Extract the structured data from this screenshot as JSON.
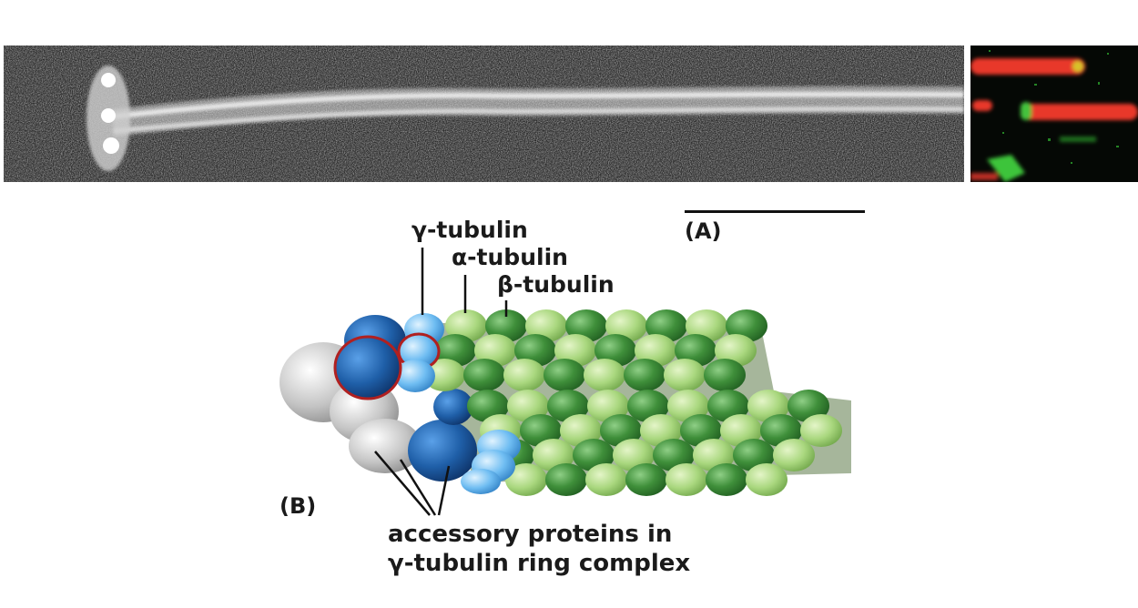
{
  "panels": {
    "A": {
      "label": "(A)"
    },
    "B": {
      "label": "(B)"
    }
  },
  "labels": {
    "gamma_tubulin": "γ-tubulin",
    "alpha_tubulin": "α-tubulin",
    "beta_tubulin": "β-tubulin",
    "accessory_line1": "accessory proteins in",
    "accessory_line2": "γ-tubulin ring complex"
  },
  "colors": {
    "alpha_light_green": "#a9d77e",
    "beta_dark_green": "#3f8f3a",
    "gamma_light_blue": "#6fbdf2",
    "accessory_dark_blue": "#1f5fa8",
    "accessory_gray": "#c4c4c4",
    "outline_red": "#b02020",
    "fluor_red": "#e8392b",
    "fluor_green": "#3ec43a"
  }
}
